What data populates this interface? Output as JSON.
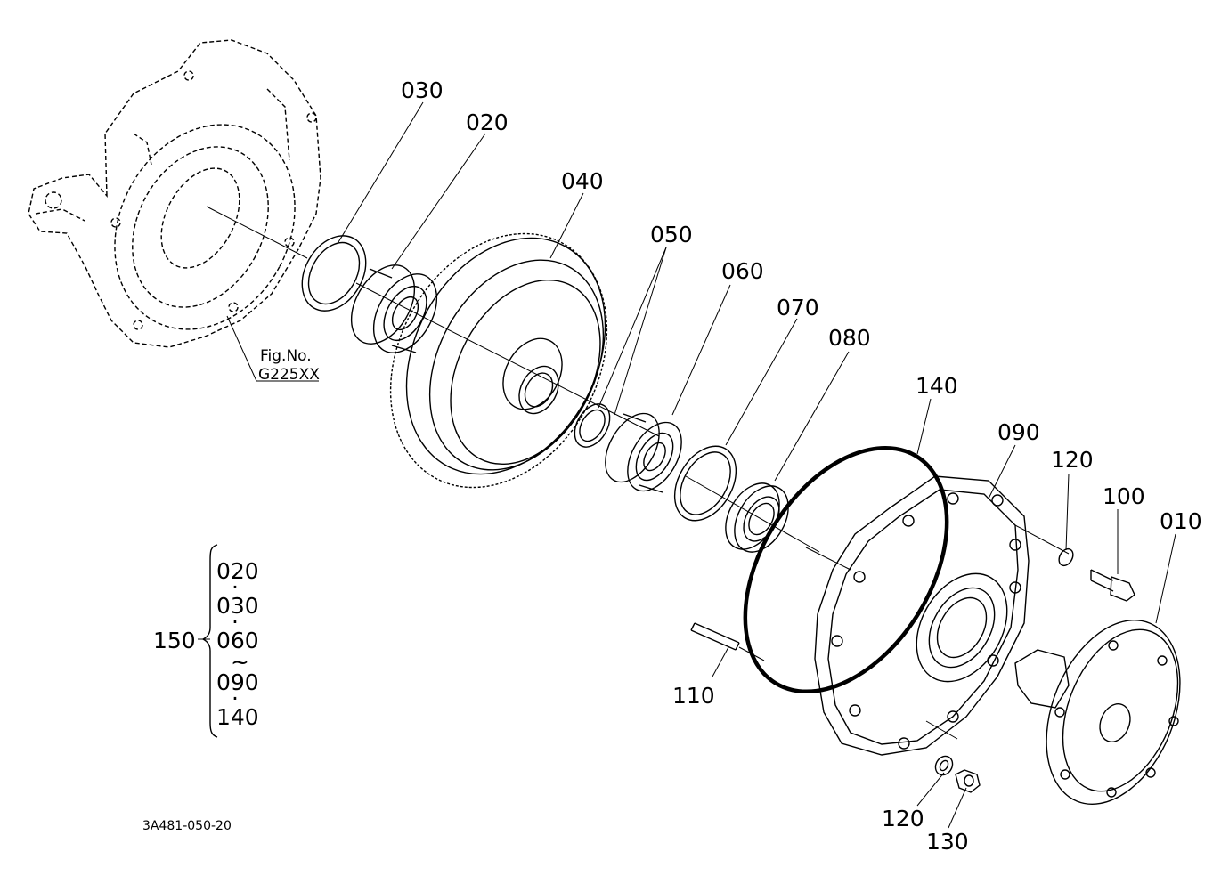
{
  "figure_ref": {
    "line1": "Fig.No.",
    "line2": "G225XX"
  },
  "callouts": [
    {
      "id": "030",
      "text": "030"
    },
    {
      "id": "020",
      "text": "020"
    },
    {
      "id": "040",
      "text": "040"
    },
    {
      "id": "050",
      "text": "050"
    },
    {
      "id": "060",
      "text": "060"
    },
    {
      "id": "070",
      "text": "070"
    },
    {
      "id": "080",
      "text": "080"
    },
    {
      "id": "140",
      "text": "140"
    },
    {
      "id": "090",
      "text": "090"
    },
    {
      "id": "120a",
      "text": "120"
    },
    {
      "id": "100",
      "text": "100"
    },
    {
      "id": "010",
      "text": "010"
    },
    {
      "id": "110",
      "text": "110"
    },
    {
      "id": "120b",
      "text": "120"
    },
    {
      "id": "130",
      "text": "130"
    }
  ],
  "assembly": {
    "label": "150",
    "items": [
      "020",
      "030",
      "060",
      "090",
      "140"
    ],
    "separators": [
      "·",
      "·",
      "~",
      "·"
    ]
  },
  "drawing_number": "3A481-050-20"
}
